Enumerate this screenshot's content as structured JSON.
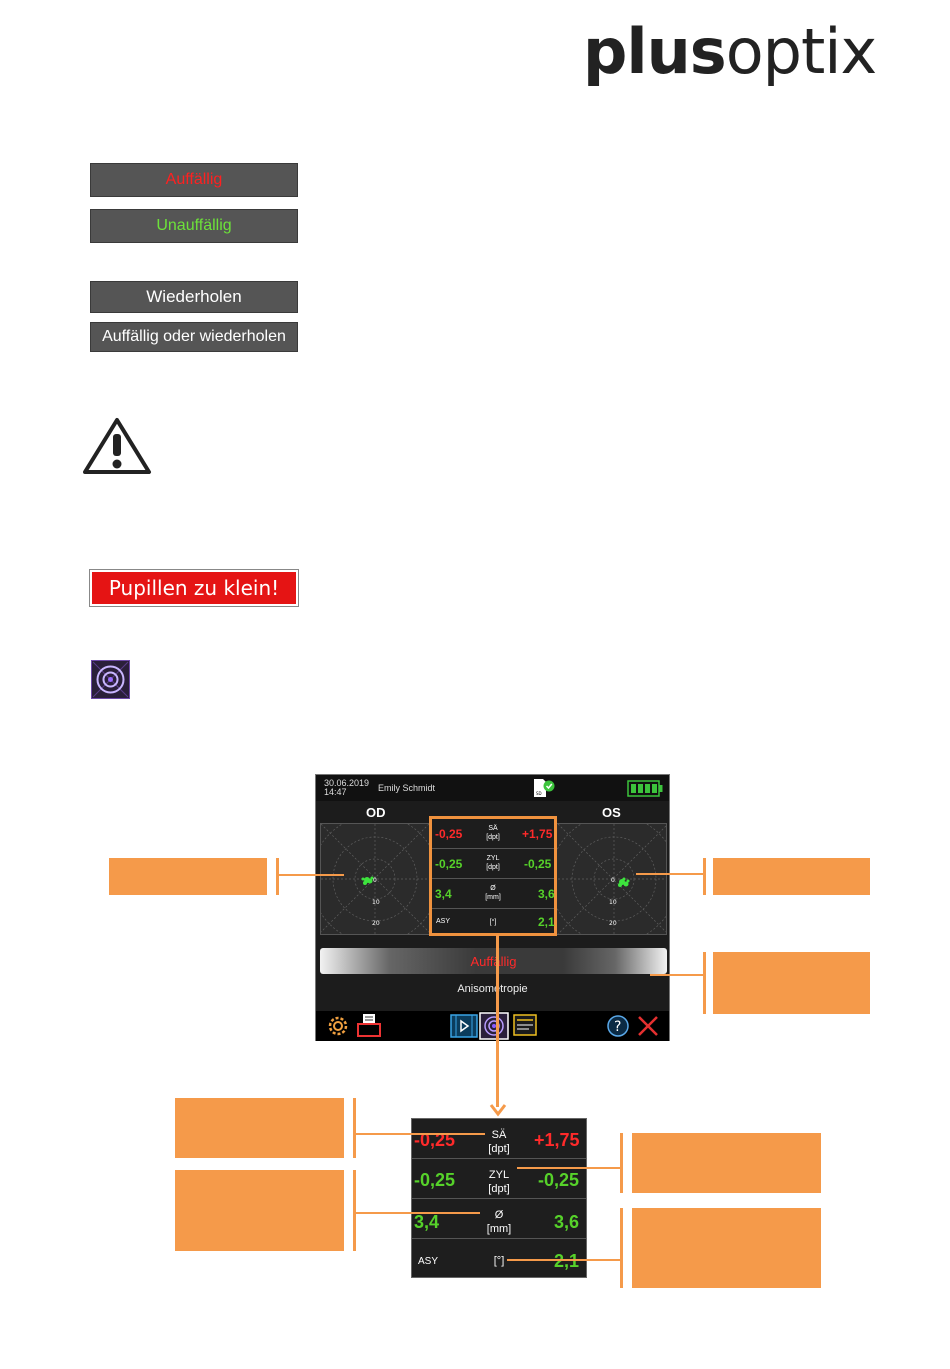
{
  "logo": {
    "part1": "plus",
    "part2": "optix"
  },
  "status_buttons": {
    "auffaellig": "Auffällig",
    "unauffaellig": "Unauffällig",
    "wiederholen": "Wiederholen",
    "auffaellig_oder_wiederholen": "Auffällig oder wiederholen"
  },
  "pupil_warning": "Pupillen zu klein!",
  "colors": {
    "accent": "#f59a4a",
    "red": "#ff2a2a",
    "green": "#56d22a",
    "button_gray": "#555555",
    "warning_red": "#e51414"
  },
  "device": {
    "date": "30.06.2019",
    "time": "14:47",
    "patient": "Emily Schmidt",
    "sd_label": "SD",
    "eye_left": "OD",
    "eye_right": "OS",
    "od_ticks": [
      "0",
      "10",
      "20"
    ],
    "os_ticks": [
      "0",
      "10",
      "20"
    ],
    "rows": [
      {
        "left": "-0,25",
        "label": "SÄ",
        "unit": "[dpt]",
        "right": "+1,75",
        "left_color": "red",
        "right_color": "red"
      },
      {
        "left": "-0,25",
        "label": "ZYL",
        "unit": "[dpt]",
        "right": "-0,25",
        "left_color": "green",
        "right_color": "green"
      },
      {
        "left": "3,4",
        "label": "Ø",
        "unit": "[mm]",
        "right": "3,6",
        "left_color": "green",
        "right_color": "green"
      },
      {
        "left": "ASY",
        "label": "",
        "unit": "[°]",
        "right": "2,1",
        "left_color": "white",
        "right_color": "green"
      }
    ],
    "result": "Auffällig",
    "diagnosis": "Anisometropie",
    "battery_level": 1.0,
    "bottom_icons": [
      "settings-icon",
      "print-icon",
      "video-icon",
      "target-icon",
      "report-icon",
      "help-icon",
      "close-icon"
    ]
  },
  "zoom": {
    "rows": [
      {
        "left": "-0,25",
        "label": "SÄ",
        "unit": "[dpt]",
        "right": "+1,75",
        "left_color": "red",
        "right_color": "red"
      },
      {
        "left": "-0,25",
        "label": "ZYL",
        "unit": "[dpt]",
        "right": "-0,25",
        "left_color": "green",
        "right_color": "green"
      },
      {
        "left": "3,4",
        "label": "Ø",
        "unit": "[mm]",
        "right": "3,6",
        "left_color": "green",
        "right_color": "green"
      },
      {
        "left": "ASY",
        "label": "",
        "unit": "[°]",
        "right": "2,1",
        "left_color": "white",
        "right_color": "green"
      }
    ]
  }
}
